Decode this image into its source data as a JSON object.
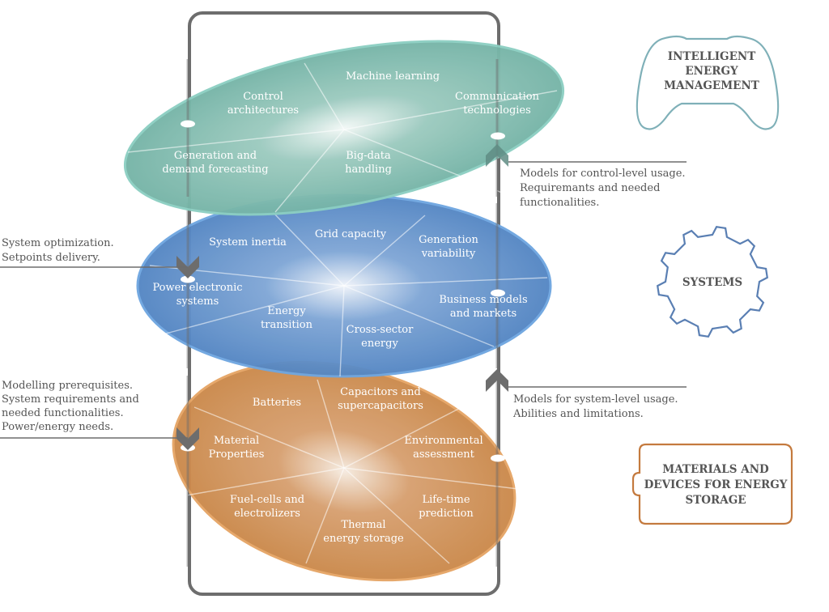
{
  "colors": {
    "frame": "#6d6d6d",
    "arrow": "#6d6d6d",
    "note_text": "#555555",
    "layer_top": "#72b4a6",
    "layer_top_edge": "#8ccfc2",
    "layer_mid": "#4e82c0",
    "layer_mid_edge": "#6fa6e0",
    "layer_bottom": "#c98646",
    "layer_bottom_edge": "#e6a565",
    "badge_top": "#7fb0b8",
    "badge_mid": "#5a7fb3",
    "badge_bottom": "#c47a3e"
  },
  "layers": [
    {
      "id": "intelligent-energy-management",
      "segments": [
        {
          "label": [
            "Machine learning"
          ]
        },
        {
          "label": [
            "Control",
            "architectures"
          ]
        },
        {
          "label": [
            "Communication",
            "technologies"
          ]
        },
        {
          "label": [
            "Generation and",
            "demand forecasting"
          ]
        },
        {
          "label": [
            "Big-data",
            "handling"
          ]
        }
      ]
    },
    {
      "id": "systems",
      "segments": [
        {
          "label": [
            "Grid capacity"
          ]
        },
        {
          "label": [
            "System inertia"
          ]
        },
        {
          "label": [
            "Generation",
            "variability"
          ]
        },
        {
          "label": [
            "Power electronic",
            "systems"
          ]
        },
        {
          "label": [
            "Business models",
            "and markets"
          ]
        },
        {
          "label": [
            "Energy",
            "transition"
          ]
        },
        {
          "label": [
            "Cross-sector",
            "energy"
          ]
        }
      ]
    },
    {
      "id": "materials-and-devices",
      "segments": [
        {
          "label": [
            "Batteries"
          ]
        },
        {
          "label": [
            "Capacitors and",
            "supercapacitors"
          ]
        },
        {
          "label": [
            "Material",
            "Properties"
          ]
        },
        {
          "label": [
            "Environmental",
            "assessment"
          ]
        },
        {
          "label": [
            "Fuel-cells and",
            "electrolizers"
          ]
        },
        {
          "label": [
            "Life-time",
            "prediction"
          ]
        },
        {
          "label": [
            "Thermal",
            "energy storage"
          ]
        }
      ]
    }
  ],
  "badges": [
    {
      "icon": "gamepad-icon",
      "lines": [
        "INTELLIGENT",
        "ENERGY",
        "MANAGEMENT"
      ]
    },
    {
      "icon": "gear-icon",
      "lines": [
        "SYSTEMS"
      ]
    },
    {
      "icon": "battery-icon",
      "lines": [
        "MATERIALS AND",
        "DEVICES FOR ENERGY",
        "STORAGE"
      ]
    }
  ],
  "notes": {
    "control_level": [
      "Models for control-level usage.",
      "Requiremants and needed",
      "functionalities."
    ],
    "system_optimization": [
      "System optimization.",
      "Setpoints delivery."
    ],
    "system_level": [
      "Models for system-level usage.",
      "Abilities and limitations."
    ],
    "modelling_prerequisites": [
      "Modelling prerequisites.",
      "System requirements and",
      "needed functionalities.",
      "Power/energy needs."
    ]
  }
}
